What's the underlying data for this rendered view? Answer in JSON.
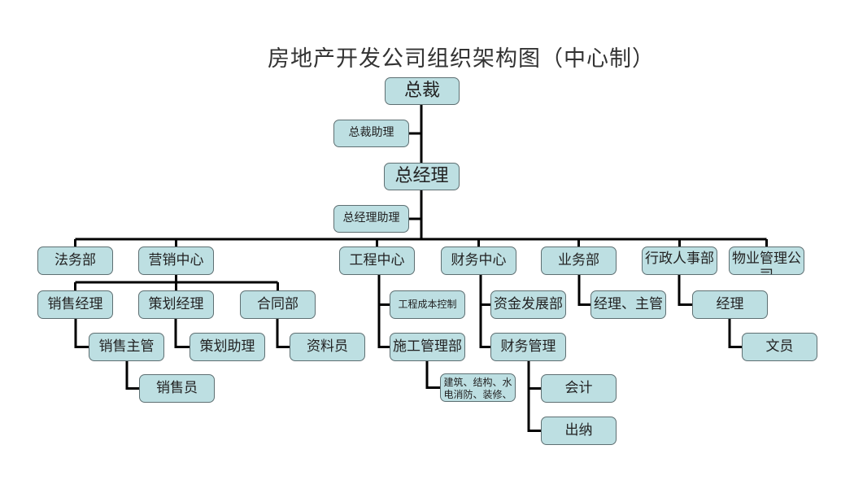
{
  "title": "房地产开发公司组织架构图（中心制）",
  "colors": {
    "box_fill": "#bddfe2",
    "box_border": "#5e6f72",
    "line": "#000000"
  },
  "nodes": {
    "ceo": "总裁",
    "ceo_assistant": "总裁助理",
    "gm": "总经理",
    "gm_assistant": "总经理助理",
    "legal": "法务部",
    "marketing": "营销中心",
    "sales_manager": "销售经理",
    "planning_manager": "策划经理",
    "contracts": "合同部",
    "sales_supervisor": "销售主管",
    "planning_assistant": "策划助理",
    "archivist": "资料员",
    "salesperson": "销售员",
    "engineering": "工程中心",
    "cost_control": "工程成本控制",
    "construction_mgmt": "施工管理部",
    "construction_disciplines": "建筑、结构、水电消防、装修、",
    "finance": "财务中心",
    "capital_dev": "资金发展部",
    "finance_mgmt": "财务管理",
    "accountant": "会计",
    "cashier": "出纳",
    "business": "业务部",
    "business_staff": "经理、主管",
    "admin_hr": "行政人事部",
    "admin_manager": "经理",
    "clerk": "文员",
    "property_mgmt": "物业管理公司"
  }
}
